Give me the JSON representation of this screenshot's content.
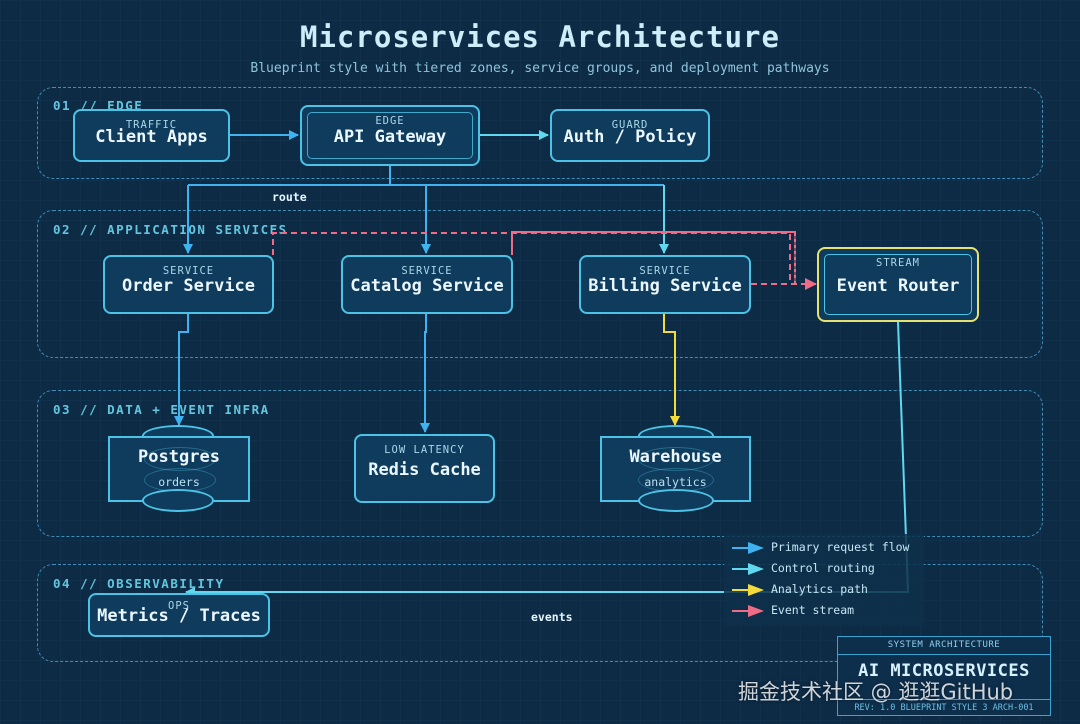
{
  "header": {
    "title": "Microservices Architecture",
    "subtitle": "Blueprint style with tiered zones, service groups, and deployment pathways"
  },
  "zones": [
    {
      "id": "edge",
      "label": "01 // EDGE"
    },
    {
      "id": "app",
      "label": "02 // APPLICATION SERVICES"
    },
    {
      "id": "data",
      "label": "03 // DATA + EVENT INFRA"
    },
    {
      "id": "obs",
      "label": "04 // OBSERVABILITY"
    }
  ],
  "nodes": {
    "client_apps": {
      "kicker": "TRAFFIC",
      "name": "Client Apps"
    },
    "api_gateway": {
      "kicker": "EDGE",
      "name": "API Gateway"
    },
    "auth_policy": {
      "kicker": "GUARD",
      "name": "Auth / Policy"
    },
    "order_service": {
      "kicker": "SERVICE",
      "name": "Order Service"
    },
    "catalog_service": {
      "kicker": "SERVICE",
      "name": "Catalog Service"
    },
    "billing_service": {
      "kicker": "SERVICE",
      "name": "Billing Service"
    },
    "event_router": {
      "kicker": "STREAM",
      "name": "Event Router"
    },
    "postgres": {
      "name": "Postgres",
      "sub": "orders"
    },
    "redis_cache": {
      "kicker": "LOW LATENCY",
      "name": "Redis Cache"
    },
    "warehouse": {
      "name": "Warehouse",
      "sub": "analytics"
    },
    "metrics_traces": {
      "kicker": "OPS",
      "name": "Metrics / Traces"
    }
  },
  "edge_labels": {
    "route": "route",
    "events": "events"
  },
  "colors": {
    "primary": "#3fb2f0",
    "control": "#5fd8f0",
    "analytics": "#f2dc3a",
    "event": "#ef6b86"
  },
  "legend": [
    {
      "label": "Primary request flow",
      "color": "#3fb2f0"
    },
    {
      "label": "Control routing",
      "color": "#5fd8f0"
    },
    {
      "label": "Analytics path",
      "color": "#f2dc3a"
    },
    {
      "label": "Event stream",
      "color": "#ef6b86"
    }
  ],
  "title_block": {
    "header": "SYSTEM ARCHITECTURE",
    "main": "AI MICROSERVICES",
    "footer": "REV: 1.0 BLUEPRINT STYLE  3 ARCH-001"
  },
  "watermark": "掘金技术社区 @ 逛逛GitHub"
}
